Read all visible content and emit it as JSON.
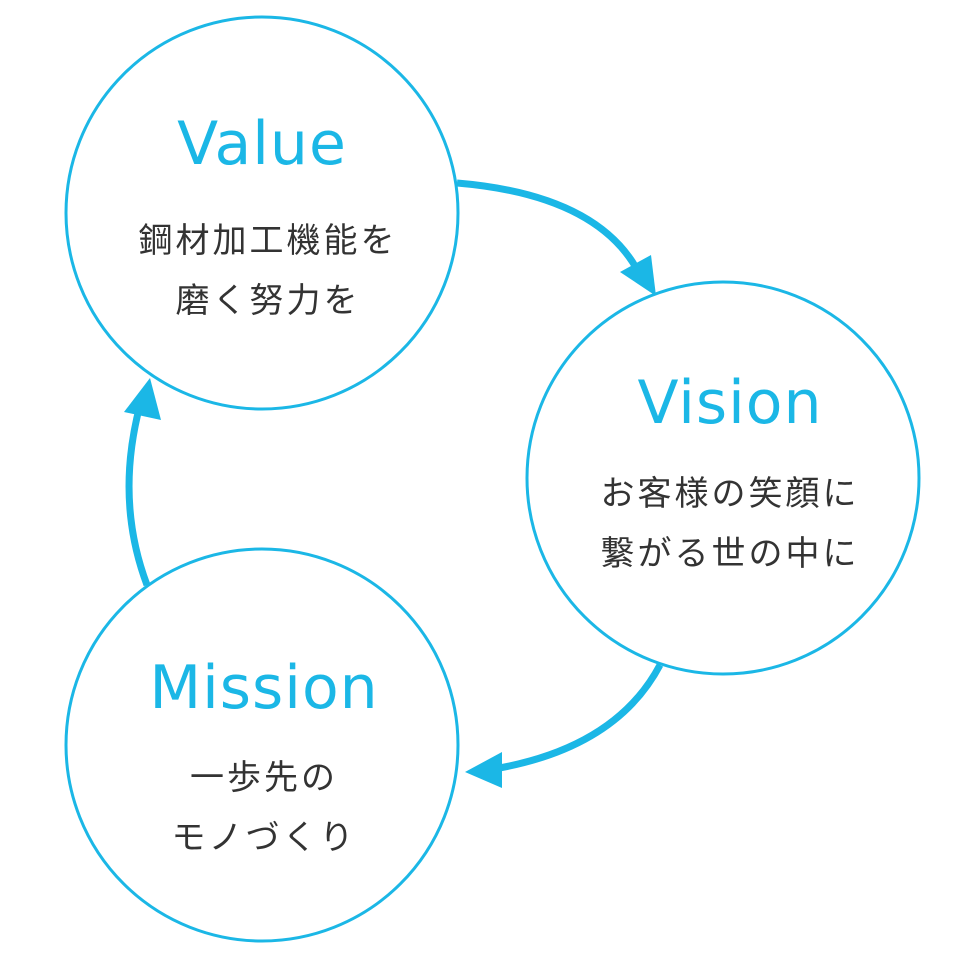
{
  "colors": {
    "accent": "#1bb7e6",
    "text": "#333333",
    "background": "#ffffff"
  },
  "circles": {
    "value": {
      "title": "Value",
      "lines": [
        "鋼材加工機能を",
        "磨く努力を"
      ]
    },
    "vision": {
      "title": "Vision",
      "lines": [
        "お客様の笑顔に",
        "繋がる世の中に"
      ]
    },
    "mission": {
      "title": "Mission",
      "lines": [
        "一歩先の",
        "モノづくり"
      ]
    }
  }
}
